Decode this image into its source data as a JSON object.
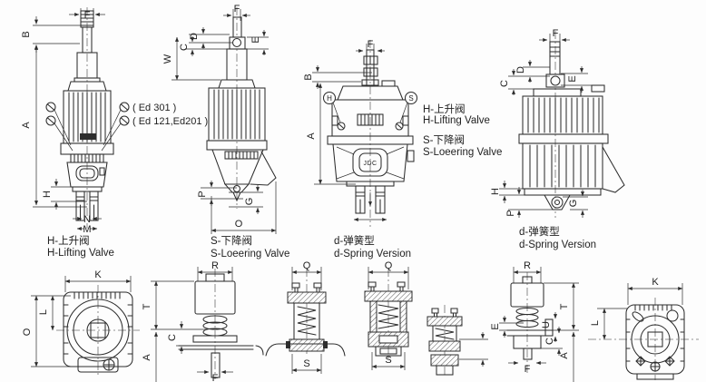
{
  "sheet": {
    "bg": "#fdfdfd",
    "ink": "#2d2d2d"
  },
  "captions": {
    "c1_zh": "H-上升阀",
    "c1_en": "H-Lifting Valve",
    "c2_zh": "S-下降阀",
    "c2_en": "S-Loeering Valve",
    "c3_zh": "d-弹簧型",
    "c3_en": "d-Spring Version",
    "c4_zh": "d-弹簧型",
    "c4_en": "d-Spring Version"
  },
  "legend": {
    "lifting_zh": "H-上升阀",
    "lifting_en": "H-Lifting Valve",
    "lowering_zh": "S-下降阀",
    "lowering_en": "S-Loeering Valve"
  },
  "callouts": {
    "ed301": "( Ed 301 )",
    "ed121": "( Ed 121,Ed201 )",
    "valve_h": "H",
    "valve_s": "S",
    "body_mark": "JDC"
  },
  "dims": {
    "d1": {
      "f": "F",
      "b": "B",
      "a": "A",
      "h": "H",
      "n": "N",
      "m": "M"
    },
    "d2": {
      "f": "F",
      "d": "D",
      "c": "C",
      "w": "W",
      "e": "E",
      "p": "P",
      "g": "G",
      "o": "O"
    },
    "d3": {
      "f": "F",
      "b": "B",
      "a": "A"
    },
    "d4": {
      "f": "F",
      "d": "D",
      "c": "C",
      "e": "E",
      "h": "H",
      "p": "P",
      "g": "G"
    },
    "b1": {
      "k": "K",
      "l": "L",
      "o": "O"
    },
    "b2": {
      "r": "R",
      "t": "T",
      "c": "C",
      "a": "A",
      "f": "F"
    },
    "b3": {
      "q": "Q",
      "s": "S"
    },
    "b4": {
      "q": "Q",
      "s": "S"
    },
    "b6": {
      "r": "R",
      "t": "T",
      "e": "E",
      "u": "U",
      "c": "C",
      "a": "A",
      "f": "F"
    },
    "b7": {
      "k": "K",
      "l": "L"
    }
  }
}
